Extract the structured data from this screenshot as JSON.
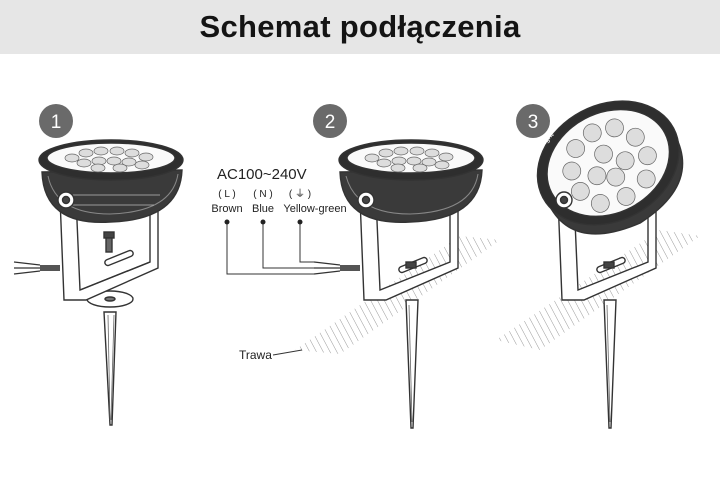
{
  "title": "Schemat podłączenia",
  "steps": [
    "1",
    "2",
    "3"
  ],
  "voltage": "AC100~240V",
  "terminals": [
    {
      "symbol": "( L )",
      "wire": "Brown"
    },
    {
      "symbol": "( N )",
      "wire": "Blue"
    },
    {
      "symbol": "( ⏚ )",
      "wire": "Yellow-green"
    }
  ],
  "ground_label": "Trawa",
  "brand_mark": "Mi-Light",
  "colors": {
    "title_bar": "#e6e6e6",
    "step_badge": "#6a6a6a",
    "line": "#333333"
  }
}
